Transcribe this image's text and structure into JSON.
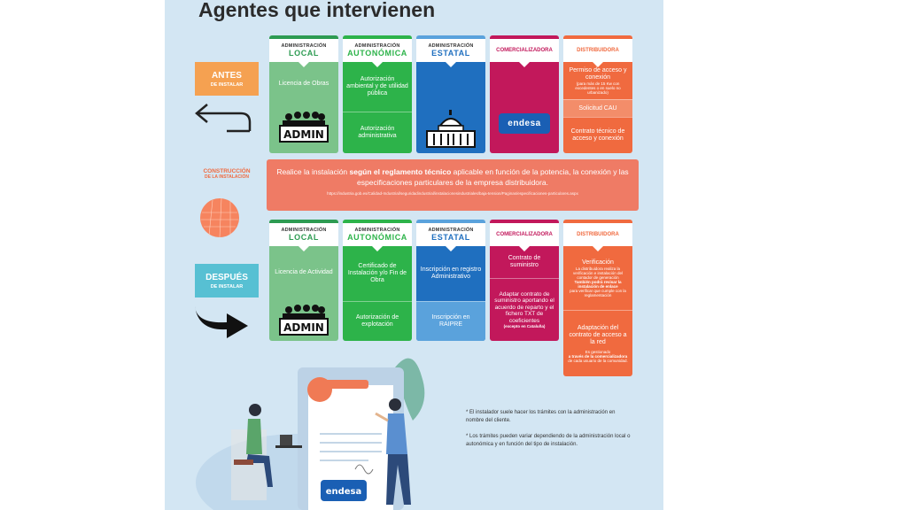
{
  "title": "Agentes que intervienen",
  "side_labels": {
    "antes": {
      "line1": "ANTES",
      "line2": "DE INSTALAR"
    },
    "construccion": {
      "line1": "CONSTRUCCIÓN",
      "line2": "DE LA INSTALACIÓN"
    },
    "despues": {
      "line1": "DESPUÉS",
      "line2": "DE INSTALAR"
    }
  },
  "headers": {
    "local": {
      "small": "ADMINISTRACIÓN",
      "big": "LOCAL"
    },
    "autonomica": {
      "small": "ADMINISTRACIÓN",
      "big": "AUTONÓMICA"
    },
    "estatal": {
      "small": "ADMINISTRACIÓN",
      "big": "ESTATAL"
    },
    "comercializadora": {
      "big": "COMERCIALIZADORA"
    },
    "distribuidora": {
      "big": "DISTRIBUIDORA"
    }
  },
  "antes": {
    "local": "Licencia de Obras",
    "autonomica_1": "Autorización ambiental y de utilidad pública",
    "autonomica_2": "Autorización administrativa",
    "distribuidora_1": "Permiso de acceso y conexión",
    "distribuidora_1_small": "(para más de 15 Kw con excedentes o en suelo no urbanizado)",
    "distribuidora_2": "Solicitud CAU",
    "distribuidora_3": "Contrato técnico de acceso y conexión"
  },
  "banner": {
    "before": "Realice la instalación ",
    "bold": "según el reglamento técnico",
    "after": " aplicable en función de la potencia, la conexión y las especificaciones particulares de la empresa distribuidora.",
    "url": "https://industria.gob.es/Calidad-Industrial/seguridadindustrial/instalacionesindustriales/baja-tension/Paginas/especificaciones-particulares.aspx"
  },
  "despues": {
    "local": "Licencia de Actividad",
    "autonomica_1": "Certificado de Instalación y/o Fin de Obra",
    "autonomica_2": "Autorización de explotación",
    "estatal_1": "Inscripción en registro Administrativo",
    "estatal_2": "Inscripción en RAIPRE",
    "comercializadora_1": "Contrato de suministro",
    "comercializadora_2": "Adaptar contrato de suministro aportando el acuerdo de reparto y el fichero TXT de coeficientes",
    "comercializadora_2_small": "(excepto en Cataluña)",
    "distribuidora_1_title": "Verificación",
    "distribuidora_1_text": "La distribuidora realiza la verificación e instalación del contador de generación",
    "distribuidora_1_bold": "También podrá revisar la instalación de enlace",
    "distribuidora_1_text2": "para verificar que cumple con la reglamentación",
    "distribuidora_2_title": "Adaptación del contrato de acceso a la red",
    "distribuidora_2_text": "Es gestionado",
    "distribuidora_2_bold": "a través de la comercializadora",
    "distribuidora_2_text2": "de cada usuario de la comunidad."
  },
  "admin_label": "ADMIN",
  "brand": "endesa",
  "notes": [
    "* El instalador suele hacer los trámites con la administración en nombre del cliente.",
    "* Los trámites pueden variar dependiendo de la administración local o autonómica y en función del tipo de instalación."
  ],
  "colors": {
    "local": "#7bc38a",
    "autonomica": "#2db34a",
    "estatal": "#1f6fbf",
    "estatal_light": "#5aa2dc",
    "comercializadora": "#c2185b",
    "distribuidora": "#f06a3f",
    "distribuidora_light": "#f38d6a",
    "antes_tab": "#f5a151",
    "despues_tab": "#57c0d3",
    "banner": "#ef7b65"
  }
}
